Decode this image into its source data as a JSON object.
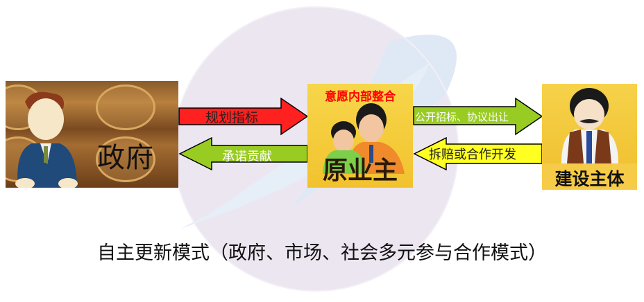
{
  "diagram": {
    "title": "自主更新模式（政府、市场、社会多元参与合作模式）",
    "nodes": {
      "government": {
        "label": "政府"
      },
      "original_owner": {
        "label": "原业主",
        "subtitle": "意愿内部整合"
      },
      "developer": {
        "label": "建设主体"
      }
    },
    "edges": [
      {
        "from": "government",
        "to": "original_owner",
        "label": "规划指标",
        "color": "#ff2020"
      },
      {
        "from": "original_owner",
        "to": "government",
        "label": "承诺贡献",
        "color": "#99cc22"
      },
      {
        "from": "original_owner",
        "to": "developer",
        "label": "公开招标、协议出让",
        "color": "#99cc22"
      },
      {
        "from": "developer",
        "to": "original_owner",
        "label": "拆赔或合作开发",
        "color": "#ffff22"
      }
    ]
  },
  "colors": {
    "red_arrow": "#ff2020",
    "green_arrow": "#99cc22",
    "yellow_arrow": "#ffff22",
    "owner_subtitle": "#ff0000",
    "panel_yellow": "#f4c83a"
  }
}
